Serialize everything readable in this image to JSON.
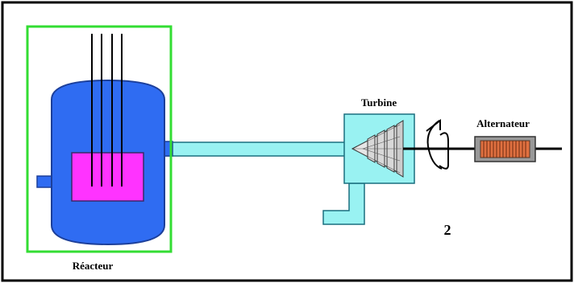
{
  "labels": {
    "reactor": "Réacteur",
    "turbine": "Turbine",
    "alternator": "Alternateur",
    "figure_number": "2"
  },
  "colors": {
    "frame": "#000000",
    "reactor_box": "#33dd33",
    "vessel": "#2f6cf2",
    "vessel_stroke": "#1c3f9a",
    "core": "#ff33ff",
    "pipe": "#99f2f2",
    "pipe_stroke": "#1a6f7f",
    "turbine_box": "#99f2f2",
    "alternator_body": "#999999",
    "alternator_coil": "#e07040"
  },
  "icons": {
    "rotation": "rotation-arrow-icon",
    "turbine_blades": "turbine-blades-icon"
  }
}
